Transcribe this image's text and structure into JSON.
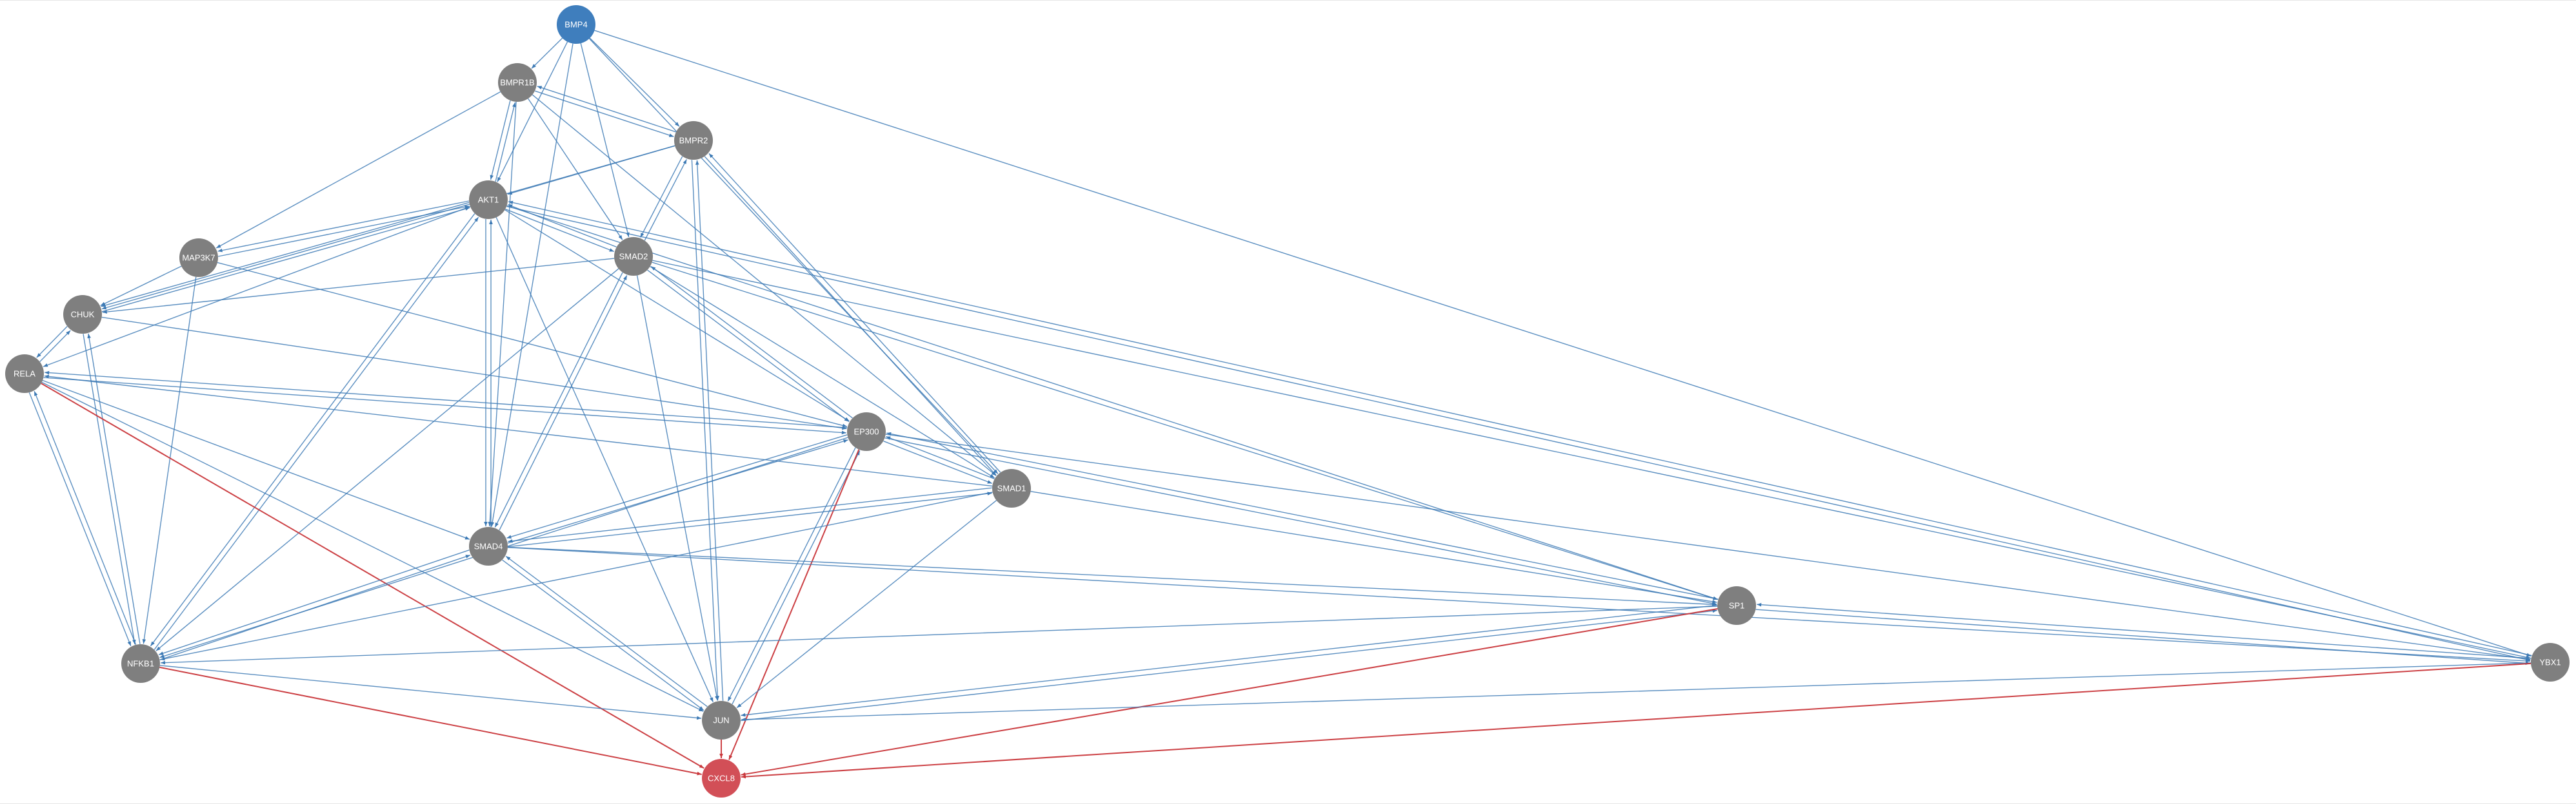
{
  "colors": {
    "edge_activation": "#3d7ab5",
    "edge_inhibition": "#c9363a",
    "node_default": "#7f7f7f",
    "node_source": "#3f7ebd",
    "node_target": "#d24f57",
    "label": "#ffffff"
  },
  "nodes": [
    {
      "id": "BMP4",
      "label": "BMP4",
      "role": "source"
    },
    {
      "id": "BMPR1B",
      "label": "BMPR1B",
      "role": "default"
    },
    {
      "id": "BMPR2",
      "label": "BMPR2",
      "role": "default"
    },
    {
      "id": "AKT1",
      "label": "AKT1",
      "role": "default"
    },
    {
      "id": "MAP3K7",
      "label": "MAP3K7",
      "role": "default"
    },
    {
      "id": "SMAD2",
      "label": "SMAD2",
      "role": "default"
    },
    {
      "id": "CHUK",
      "label": "CHUK",
      "role": "default"
    },
    {
      "id": "RELA",
      "label": "RELA",
      "role": "default"
    },
    {
      "id": "EP300",
      "label": "EP300",
      "role": "default"
    },
    {
      "id": "SMAD1",
      "label": "SMAD1",
      "role": "default"
    },
    {
      "id": "SMAD4",
      "label": "SMAD4",
      "role": "default"
    },
    {
      "id": "SP1",
      "label": "SP1",
      "role": "default"
    },
    {
      "id": "YBX1",
      "label": "YBX1",
      "role": "default"
    },
    {
      "id": "NFKB1",
      "label": "NFKB1",
      "role": "default"
    },
    {
      "id": "JUN",
      "label": "JUN",
      "role": "default"
    },
    {
      "id": "CXCL8",
      "label": "CXCL8",
      "role": "target"
    }
  ],
  "edges": [
    {
      "from": "BMP4",
      "to": "BMPR1B",
      "type": "activation"
    },
    {
      "from": "BMP4",
      "to": "BMPR2",
      "type": "activation"
    },
    {
      "from": "BMP4",
      "to": "AKT1",
      "type": "activation"
    },
    {
      "from": "BMP4",
      "to": "SMAD2",
      "type": "activation"
    },
    {
      "from": "BMP4",
      "to": "SMAD4",
      "type": "activation"
    },
    {
      "from": "BMP4",
      "to": "SMAD1",
      "type": "activation"
    },
    {
      "from": "BMP4",
      "to": "YBX1",
      "type": "activation"
    },
    {
      "from": "BMPR1B",
      "to": "BMPR2",
      "type": "activation"
    },
    {
      "from": "BMPR2",
      "to": "BMPR1B",
      "type": "activation"
    },
    {
      "from": "BMPR1B",
      "to": "MAP3K7",
      "type": "activation"
    },
    {
      "from": "BMPR1B",
      "to": "AKT1",
      "type": "activation"
    },
    {
      "from": "AKT1",
      "to": "BMPR1B",
      "type": "activation"
    },
    {
      "from": "BMPR1B",
      "to": "SMAD2",
      "type": "activation"
    },
    {
      "from": "BMPR1B",
      "to": "SMAD4",
      "type": "activation"
    },
    {
      "from": "BMPR1B",
      "to": "SMAD1",
      "type": "activation"
    },
    {
      "from": "BMPR2",
      "to": "AKT1",
      "type": "activation"
    },
    {
      "from": "BMPR2",
      "to": "SMAD2",
      "type": "activation"
    },
    {
      "from": "SMAD2",
      "to": "BMPR2",
      "type": "activation"
    },
    {
      "from": "BMPR2",
      "to": "SMAD1",
      "type": "activation"
    },
    {
      "from": "SMAD1",
      "to": "BMPR2",
      "type": "activation"
    },
    {
      "from": "BMPR2",
      "to": "JUN",
      "type": "activation"
    },
    {
      "from": "JUN",
      "to": "BMPR2",
      "type": "activation"
    },
    {
      "from": "BMPR2",
      "to": "CHUK",
      "type": "activation"
    },
    {
      "from": "AKT1",
      "to": "MAP3K7",
      "type": "activation"
    },
    {
      "from": "MAP3K7",
      "to": "AKT1",
      "type": "activation"
    },
    {
      "from": "AKT1",
      "to": "CHUK",
      "type": "activation"
    },
    {
      "from": "CHUK",
      "to": "AKT1",
      "type": "activation"
    },
    {
      "from": "AKT1",
      "to": "RELA",
      "type": "activation"
    },
    {
      "from": "AKT1",
      "to": "SMAD2",
      "type": "activation"
    },
    {
      "from": "SMAD2",
      "to": "AKT1",
      "type": "activation"
    },
    {
      "from": "AKT1",
      "to": "SMAD4",
      "type": "activation"
    },
    {
      "from": "SMAD4",
      "to": "AKT1",
      "type": "activation"
    },
    {
      "from": "AKT1",
      "to": "EP300",
      "type": "activation"
    },
    {
      "from": "AKT1",
      "to": "NFKB1",
      "type": "activation"
    },
    {
      "from": "NFKB1",
      "to": "AKT1",
      "type": "activation"
    },
    {
      "from": "AKT1",
      "to": "JUN",
      "type": "activation"
    },
    {
      "from": "AKT1",
      "to": "SP1",
      "type": "activation"
    },
    {
      "from": "AKT1",
      "to": "YBX1",
      "type": "activation"
    },
    {
      "from": "YBX1",
      "to": "AKT1",
      "type": "activation"
    },
    {
      "from": "MAP3K7",
      "to": "CHUK",
      "type": "activation"
    },
    {
      "from": "MAP3K7",
      "to": "NFKB1",
      "type": "activation"
    },
    {
      "from": "MAP3K7",
      "to": "EP300",
      "type": "activation"
    },
    {
      "from": "SMAD2",
      "to": "CHUK",
      "type": "activation"
    },
    {
      "from": "SMAD2",
      "to": "EP300",
      "type": "activation"
    },
    {
      "from": "EP300",
      "to": "SMAD2",
      "type": "activation"
    },
    {
      "from": "SMAD2",
      "to": "SMAD4",
      "type": "activation"
    },
    {
      "from": "SMAD4",
      "to": "SMAD2",
      "type": "activation"
    },
    {
      "from": "SMAD2",
      "to": "SMAD1",
      "type": "activation"
    },
    {
      "from": "SMAD2",
      "to": "SP1",
      "type": "activation"
    },
    {
      "from": "SMAD2",
      "to": "YBX1",
      "type": "activation"
    },
    {
      "from": "SMAD2",
      "to": "JUN",
      "type": "activation"
    },
    {
      "from": "SMAD2",
      "to": "NFKB1",
      "type": "activation"
    },
    {
      "from": "CHUK",
      "to": "RELA",
      "type": "activation"
    },
    {
      "from": "RELA",
      "to": "CHUK",
      "type": "activation"
    },
    {
      "from": "CHUK",
      "to": "NFKB1",
      "type": "activation"
    },
    {
      "from": "NFKB1",
      "to": "CHUK",
      "type": "activation"
    },
    {
      "from": "CHUK",
      "to": "EP300",
      "type": "activation"
    },
    {
      "from": "RELA",
      "to": "NFKB1",
      "type": "activation"
    },
    {
      "from": "NFKB1",
      "to": "RELA",
      "type": "activation"
    },
    {
      "from": "RELA",
      "to": "EP300",
      "type": "activation"
    },
    {
      "from": "EP300",
      "to": "RELA",
      "type": "activation"
    },
    {
      "from": "RELA",
      "to": "SMAD4",
      "type": "activation"
    },
    {
      "from": "SMAD1",
      "to": "RELA",
      "type": "activation"
    },
    {
      "from": "RELA",
      "to": "JUN",
      "type": "activation"
    },
    {
      "from": "RELA",
      "to": "CXCL8",
      "type": "inhibition"
    },
    {
      "from": "EP300",
      "to": "SMAD1",
      "type": "activation"
    },
    {
      "from": "SMAD1",
      "to": "EP300",
      "type": "activation"
    },
    {
      "from": "EP300",
      "to": "SMAD4",
      "type": "activation"
    },
    {
      "from": "SMAD4",
      "to": "EP300",
      "type": "activation"
    },
    {
      "from": "EP300",
      "to": "SP1",
      "type": "activation"
    },
    {
      "from": "SP1",
      "to": "EP300",
      "type": "activation"
    },
    {
      "from": "EP300",
      "to": "YBX1",
      "type": "activation"
    },
    {
      "from": "EP300",
      "to": "JUN",
      "type": "activation"
    },
    {
      "from": "JUN",
      "to": "EP300",
      "type": "activation"
    },
    {
      "from": "EP300",
      "to": "NFKB1",
      "type": "activation"
    },
    {
      "from": "EP300",
      "to": "CXCL8",
      "type": "inhibition"
    },
    {
      "from": "SMAD1",
      "to": "SMAD4",
      "type": "activation"
    },
    {
      "from": "SMAD4",
      "to": "SMAD1",
      "type": "activation"
    },
    {
      "from": "SMAD1",
      "to": "SP1",
      "type": "activation"
    },
    {
      "from": "SMAD1",
      "to": "JUN",
      "type": "activation"
    },
    {
      "from": "SMAD1",
      "to": "NFKB1",
      "type": "activation"
    },
    {
      "from": "SMAD4",
      "to": "SP1",
      "type": "activation"
    },
    {
      "from": "SMAD4",
      "to": "YBX1",
      "type": "activation"
    },
    {
      "from": "SMAD4",
      "to": "NFKB1",
      "type": "activation"
    },
    {
      "from": "NFKB1",
      "to": "SMAD4",
      "type": "activation"
    },
    {
      "from": "SMAD4",
      "to": "JUN",
      "type": "activation"
    },
    {
      "from": "JUN",
      "to": "SMAD4",
      "type": "activation"
    },
    {
      "from": "SP1",
      "to": "YBX1",
      "type": "activation"
    },
    {
      "from": "YBX1",
      "to": "SP1",
      "type": "activation"
    },
    {
      "from": "SP1",
      "to": "NFKB1",
      "type": "activation"
    },
    {
      "from": "SP1",
      "to": "JUN",
      "type": "activation"
    },
    {
      "from": "JUN",
      "to": "SP1",
      "type": "activation"
    },
    {
      "from": "SP1",
      "to": "CXCL8",
      "type": "inhibition"
    },
    {
      "from": "YBX1",
      "to": "JUN",
      "type": "activation"
    },
    {
      "from": "YBX1",
      "to": "CXCL8",
      "type": "inhibition"
    },
    {
      "from": "NFKB1",
      "to": "JUN",
      "type": "activation"
    },
    {
      "from": "NFKB1",
      "to": "CXCL8",
      "type": "inhibition"
    },
    {
      "from": "JUN",
      "to": "CXCL8",
      "type": "inhibition"
    }
  ]
}
